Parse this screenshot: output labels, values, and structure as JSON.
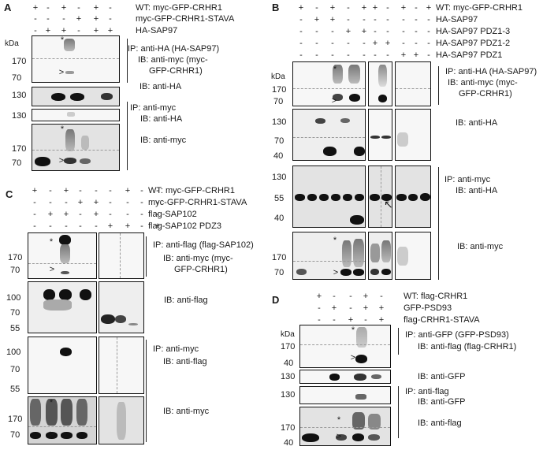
{
  "panels": {
    "A": {
      "label": "A",
      "kda": "kDa",
      "signs": [
        [
          "+",
          "-",
          "+",
          "-",
          "+",
          "-"
        ],
        [
          "-",
          "-",
          "-",
          "+",
          "+",
          "-"
        ],
        [
          "-",
          "+",
          "+",
          "-",
          "+",
          "+"
        ]
      ],
      "rows": [
        "WT: myc-GFP-CRHR1",
        "myc-GFP-CRHR1-STAVA",
        "HA-SAP97"
      ],
      "ip1": "IP: anti-HA (HA-SAP97)",
      "ib1a": "IB: anti-myc (myc-",
      "ib1b": "GFP-CRHR1)",
      "ib2": "IB: anti-HA",
      "ip2": "IP: anti-myc",
      "ib3": "IB: anti-HA",
      "ib4": "IB: anti-myc",
      "mw": [
        "170",
        "70",
        "130",
        "130",
        "170",
        "70"
      ],
      "star": "*",
      "gt": ">"
    },
    "B": {
      "label": "B",
      "kda": "kDa",
      "signs": [
        [
          "+",
          "-",
          "+",
          "-",
          "+",
          "+",
          "-",
          "+",
          "-",
          "+"
        ],
        [
          "-",
          "+",
          "+",
          "-",
          "-",
          "-",
          "-",
          "-",
          "-",
          "-"
        ],
        [
          "-",
          "-",
          "-",
          "+",
          "+",
          "-",
          "-",
          "-",
          "-",
          "-"
        ],
        [
          "-",
          "-",
          "-",
          "-",
          "-",
          "+",
          "+",
          "-",
          "-",
          "-"
        ],
        [
          "-",
          "-",
          "-",
          "-",
          "-",
          "-",
          "-",
          "+",
          "+",
          "-"
        ]
      ],
      "rows": [
        "WT: myc-GFP-CRHR1",
        "HA-SAP97",
        "HA-SAP97 PDZ1-3",
        "HA-SAP97 PDZ1-2",
        "HA-SAP97 PDZ1"
      ],
      "ip1": "IP: anti-HA (HA-SAP97)",
      "ib1a": "IB: anti-myc  (myc-",
      "ib1b": "GFP-CRHR1)",
      "ib2": "IB: anti-HA",
      "ip2": "IP: anti-myc",
      "ib3": "IB: anti-HA",
      "ib4": "IB: anti-myc",
      "mw": [
        "170",
        "70",
        "130",
        "70",
        "40",
        "130",
        "55",
        "40",
        "170",
        "70"
      ],
      "star": "*",
      "gt": ">"
    },
    "C": {
      "label": "C",
      "signs": [
        [
          "+",
          "-",
          "+",
          "-",
          "-",
          "-",
          "+",
          "-",
          "-"
        ],
        [
          "-",
          "-",
          "-",
          "+",
          "+",
          "-",
          "-",
          "-",
          "-"
        ],
        [
          "-",
          "+",
          "+",
          "-",
          "+",
          "-",
          "-",
          "-",
          "-"
        ],
        [
          "-",
          "-",
          "-",
          "-",
          "-",
          "+",
          "+",
          "-",
          "+"
        ]
      ],
      "rows": [
        "WT: myc-GFP-CRHR1",
        "myc-GFP-CRHR1-STAVA",
        "flag-SAP102",
        "flag-SAP102 PDZ3"
      ],
      "ip1": "IP: anti-flag (flag-SAP102)",
      "ib1a": "IB: anti-myc (myc-",
      "ib1b": "GFP-CRHR1)",
      "ib2": "IB: anti-flag",
      "ip2": "IP: anti-myc",
      "ib3": "IB: anti-flag",
      "ib4": "IB: anti-myc",
      "mw": [
        "170",
        "70",
        "100",
        "70",
        "55",
        "100",
        "70",
        "55",
        "170",
        "70"
      ],
      "star": "*",
      "gt": ">"
    },
    "D": {
      "label": "D",
      "kda": "kDa",
      "signs": [
        [
          "+",
          "-",
          "-",
          "+",
          "-"
        ],
        [
          "-",
          "+",
          "-",
          "+",
          "+"
        ],
        [
          "-",
          "-",
          "+",
          "-",
          "+"
        ]
      ],
      "rows": [
        "WT: flag-CRHR1",
        "GFP-PSD93",
        "flag-CRHR1-STAVA"
      ],
      "ip1": "IP: anti-GFP (GFP-PSD93)",
      "ib1": "IB: anti-flag (flag-CRHR1)",
      "ib2": "IB: anti-GFP",
      "ip2": "IP: anti-flag",
      "ib3": "IB: anti-GFP",
      "ib4": "IB: anti-flag",
      "mw": [
        "170",
        "40",
        "130",
        "130",
        "170",
        "40"
      ],
      "star": "*",
      "gt": ">"
    }
  }
}
